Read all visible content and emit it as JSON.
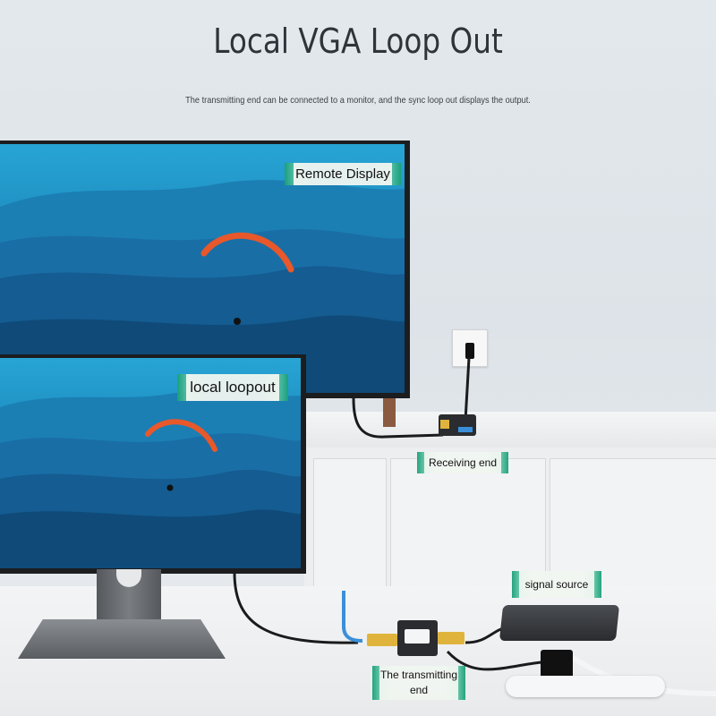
{
  "header": {
    "title": "Local VGA Loop Out",
    "subtitle": "The transmitting end can be connected to a monitor, and the sync loop out displays the output."
  },
  "labels": {
    "remote_display": "Remote Display",
    "local_loopout": "local loopout",
    "receiving_end": "Receiving end",
    "signal_source": "signal source",
    "transmitting_end_line1": "The transmitting",
    "transmitting_end_line2": "end"
  },
  "colors": {
    "label_accent": "#1aa078",
    "screen_sky": "#27a5d4",
    "screen_mountain": "#10507e",
    "vga_connector": "#e0b43c",
    "network_cable": "#3a8fd8"
  }
}
